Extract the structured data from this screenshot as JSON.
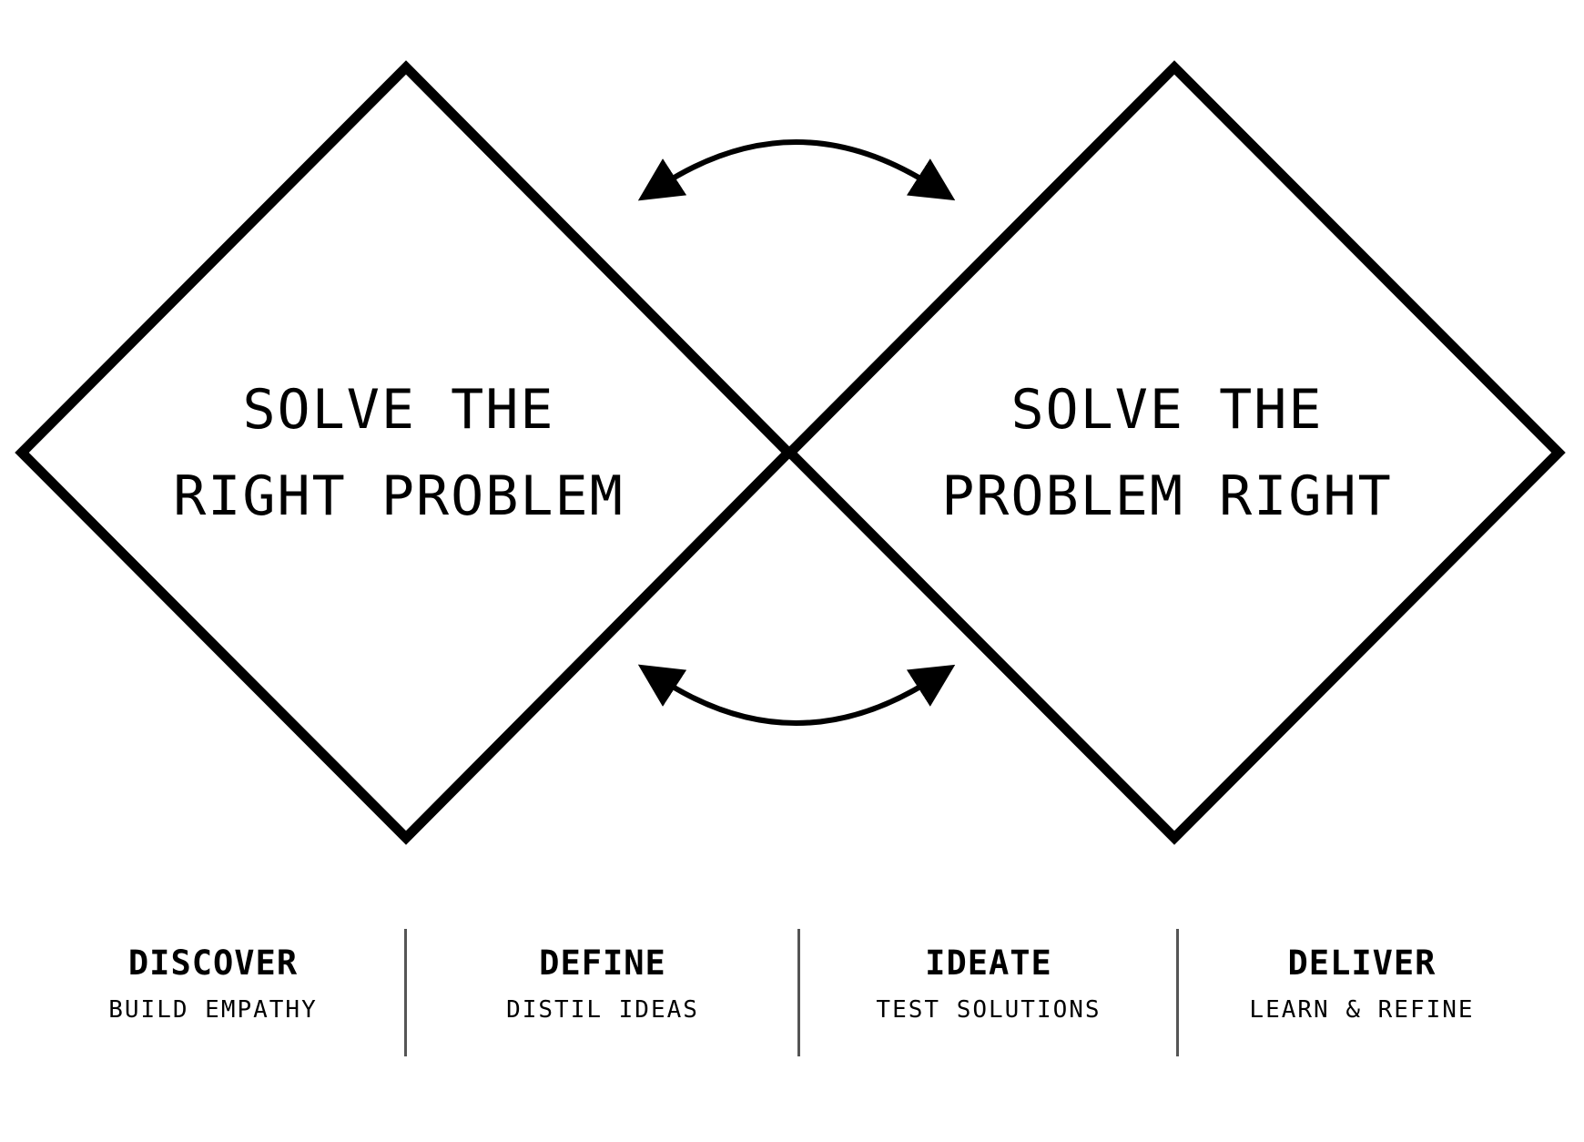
{
  "diagram": {
    "left_diamond": {
      "line1": "SOLVE THE",
      "line2": "RIGHT PROBLEM"
    },
    "right_diamond": {
      "line1": "SOLVE THE",
      "line2": "PROBLEM RIGHT"
    }
  },
  "phases": [
    {
      "title": "DISCOVER",
      "subtitle": "BUILD EMPATHY"
    },
    {
      "title": "DEFINE",
      "subtitle": "DISTIL IDEAS"
    },
    {
      "title": "IDEATE",
      "subtitle": "TEST SOLUTIONS"
    },
    {
      "title": "DELIVER",
      "subtitle": "LEARN & REFINE"
    }
  ],
  "colors": {
    "stroke": "#000000",
    "divider": "#555555",
    "background": "#ffffff"
  }
}
